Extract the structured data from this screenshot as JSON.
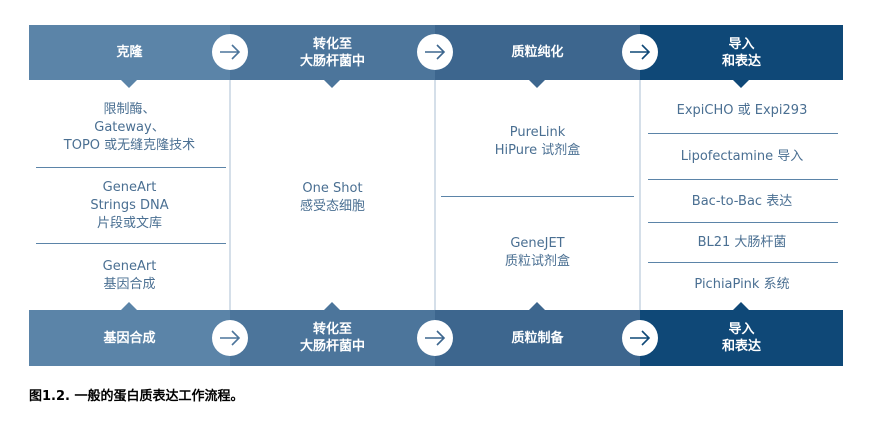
{
  "top_stages": [
    "克隆",
    "转化至\n大肠杆菌中",
    "质粒纯化",
    "导入\n和表达"
  ],
  "bottom_stages": [
    "基因合成",
    "转化至\n大肠杆菌中",
    "质粒制备",
    "导入\n和表达"
  ],
  "column1": [
    "限制酶、\nGateway、\nTOPO 或无缝克隆技术",
    "GeneArt\nStrings DNA\n片段或文库",
    "GeneArt\n基因合成"
  ],
  "column2": [
    "One Shot\n感受态细胞"
  ],
  "column3": [
    "PureLink\nHiPure 试剂盒",
    "GeneJET\n质粒试剂盒"
  ],
  "column4": [
    "ExpiCHO 或 Expi293",
    "Lipofectamine 导入",
    "Bac-to-Bac 表达",
    "BL21 大肠杆菌",
    "PichiaPink 系统"
  ],
  "caption": "图1.2. 一般的蛋白质表达工作流程。",
  "colors": {
    "col1": "#5b84a8",
    "col2": "#4c759b",
    "col3": "#3d668e",
    "col4": "#0f4877",
    "text": "#4a6f92",
    "divider": "#5b84a8"
  },
  "icons": {
    "arrow": "arrow-right-icon"
  }
}
